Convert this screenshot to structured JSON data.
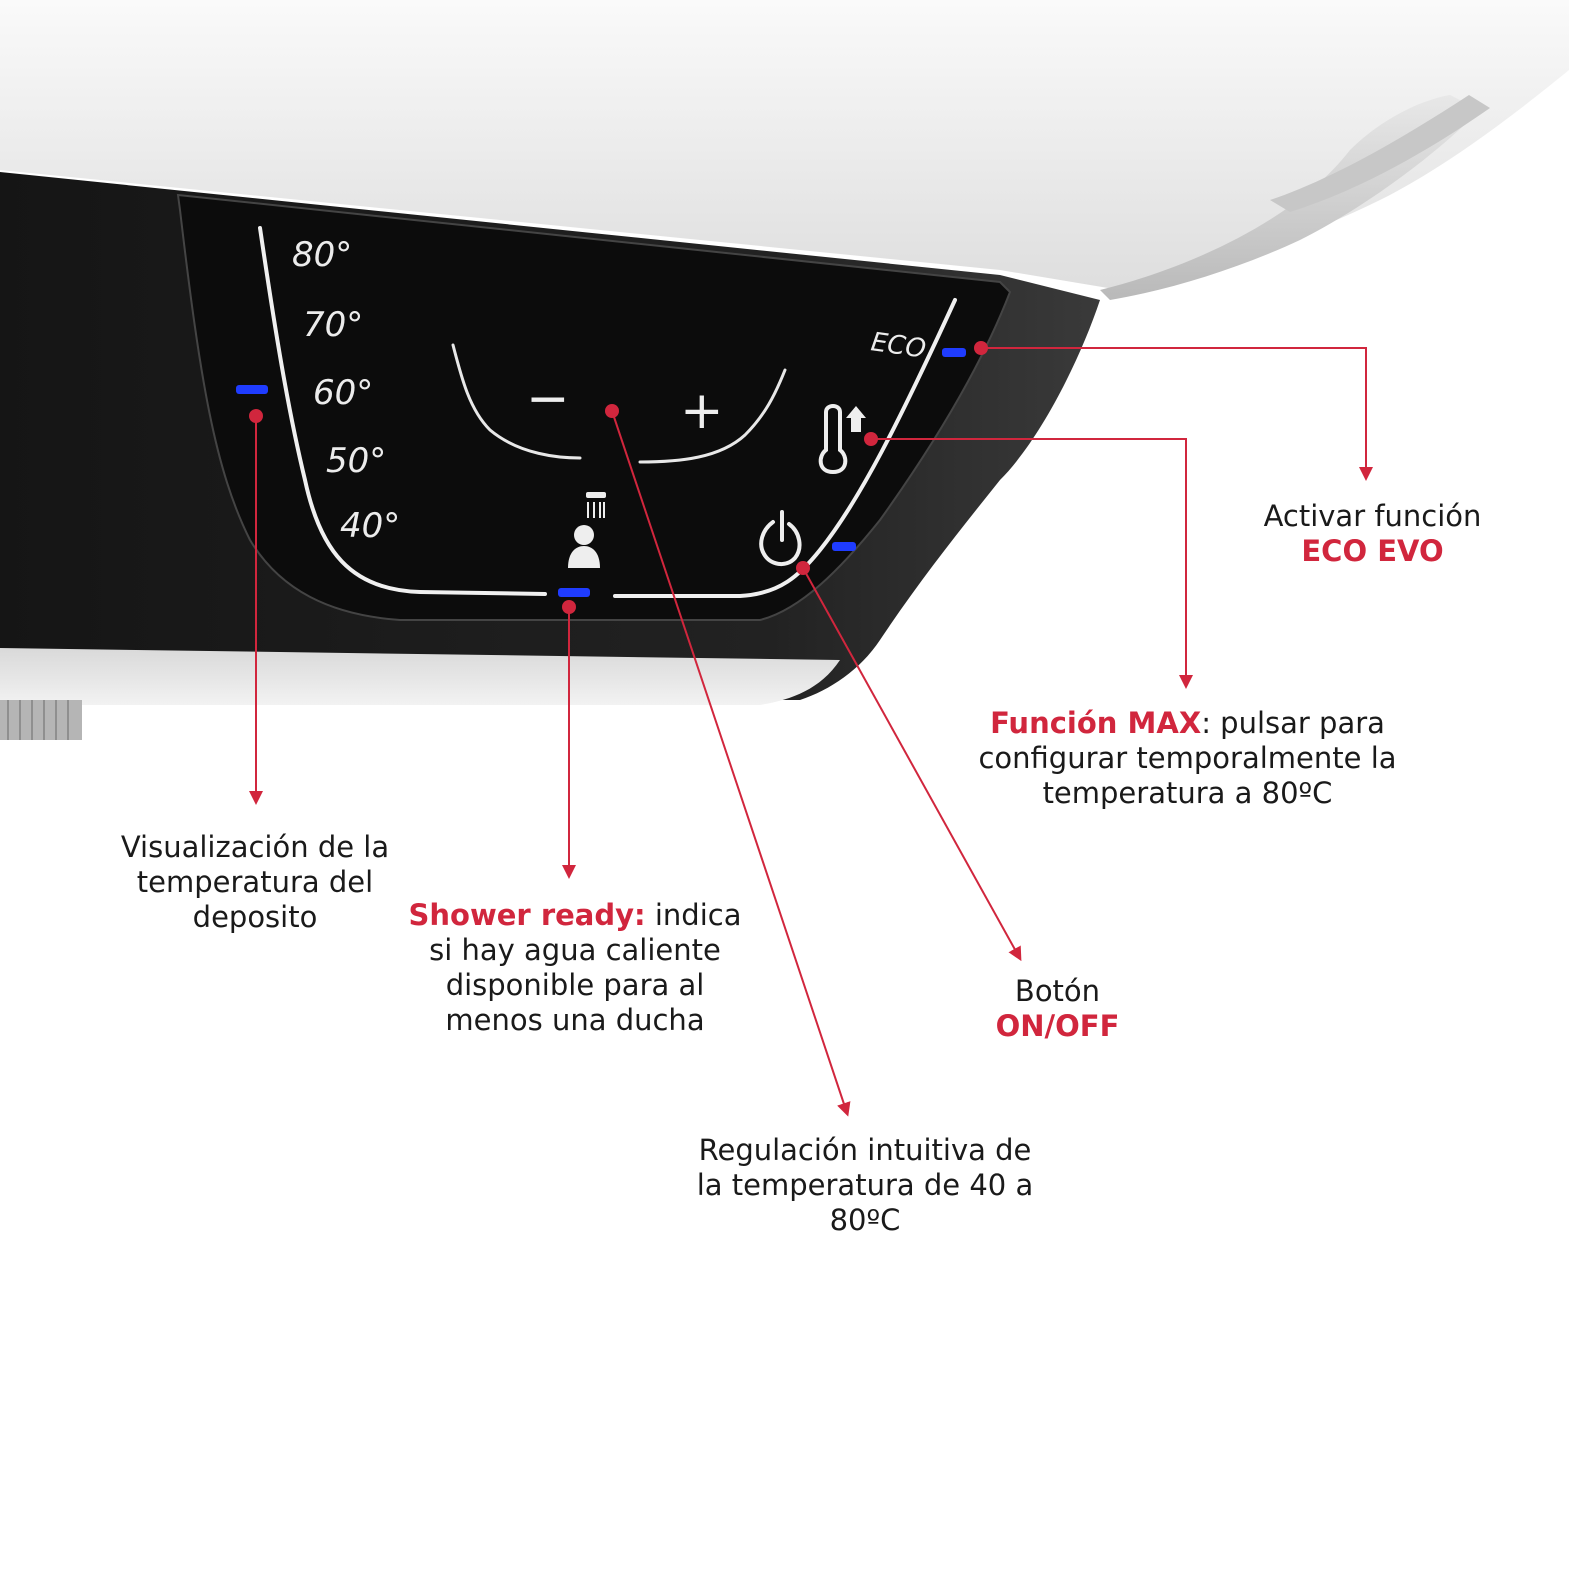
{
  "colors": {
    "accent": "#d1263d",
    "indicator": "#1f3cff",
    "panel": "#0d0d0d",
    "body_black": "#1c1c1c",
    "body_white": "#f2f2f2"
  },
  "panel": {
    "scale": [
      "80°",
      "70°",
      "60°",
      "50°",
      "40°"
    ],
    "minus": "−",
    "plus": "+",
    "eco": "ECO",
    "icons": [
      "shower-icon",
      "thermometer-max-icon",
      "power-icon"
    ]
  },
  "annotations": {
    "display": {
      "line1": "Visualización de",
      "line2": "la temperatura",
      "line3": "del deposito"
    },
    "shower": {
      "title": "Shower ready:",
      "line1": "indica si hay agua",
      "line2": "caliente disponible",
      "line3": "para al menos una",
      "line4": "ducha"
    },
    "regulation": {
      "line1": "Regulación intuitiva",
      "line2": "de la temperatura",
      "line3": "de 40 a 80ºC"
    },
    "onoff": {
      "line1": "Botón",
      "highlight": "ON/OFF"
    },
    "max": {
      "highlight": "Función MAX",
      "rest": ": pulsar para",
      "line2": "configurar temporalmente",
      "line3": "la temperatura a 80ºC"
    },
    "eco": {
      "line1": "Activar función",
      "highlight": "ECO EVO"
    }
  }
}
